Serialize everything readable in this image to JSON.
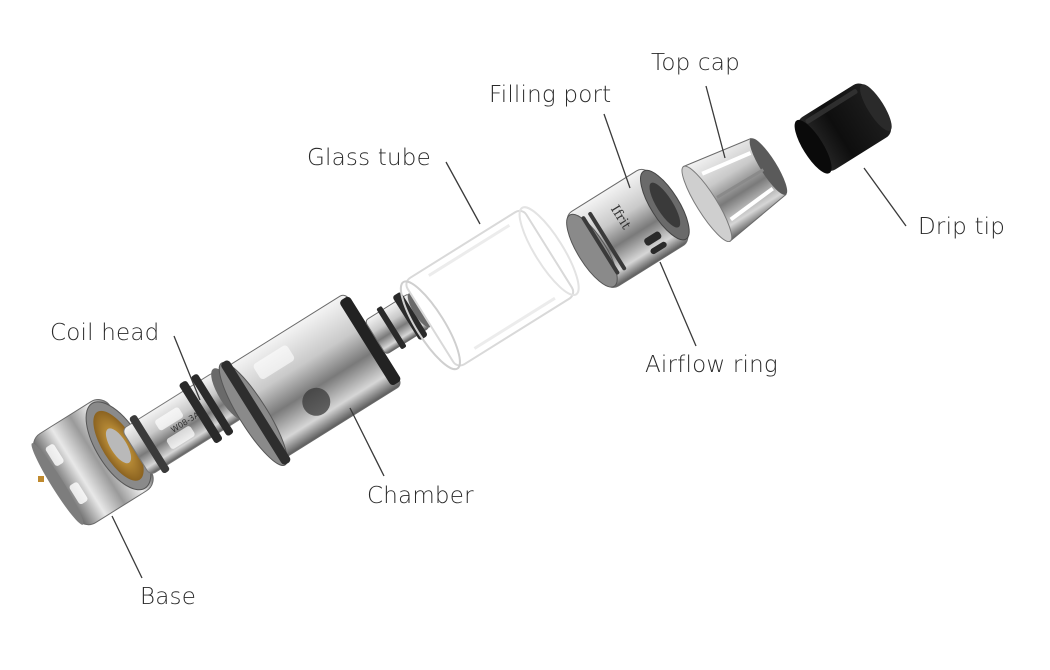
{
  "labels": {
    "top_cap": "Top cap",
    "filling_port": "Filling port",
    "glass_tube": "Glass tube",
    "drip_tip": "Drip tip",
    "coil_head": "Coil head",
    "airflow_ring": "Airflow ring",
    "chamber": "Chamber",
    "base": "Base"
  },
  "engravings": {
    "coil_model": "W08-3A",
    "port_brand": "Ifrit"
  },
  "colors": {
    "metal_light": "#f4f4f4",
    "metal_mid": "#b9b9b9",
    "metal_dark": "#4a4a4a",
    "black_tip": "#141414",
    "brass": "#c08a2e",
    "glass_edge": "#dcdcdc"
  }
}
